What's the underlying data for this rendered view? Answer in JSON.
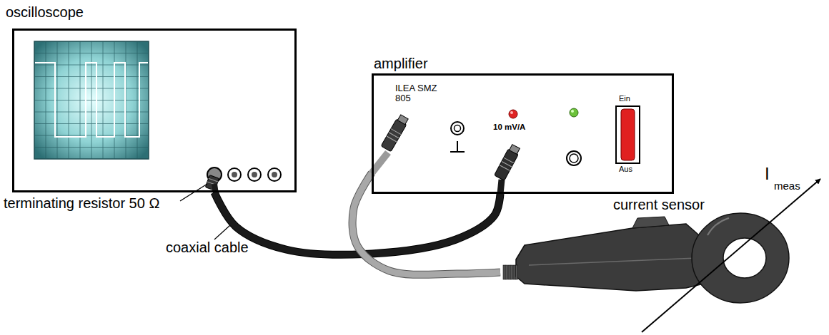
{
  "diagram": {
    "nodes": [
      {
        "text": [
          "oscilloscope"
        ]
      },
      {
        "text": [
          "amplifier"
        ]
      },
      {
        "text": [
          "current sensor"
        ]
      }
    ],
    "edges": [
      {
        "from": 1,
        "to": 0,
        "arrow": "none",
        "label": "coaxial cable"
      },
      {
        "from": 2,
        "to": 1,
        "arrow": "none"
      }
    ],
    "labels": [
      "terminating resistor 50 Ω",
      "ILEA SMZ 805",
      "10 mV/A",
      "Ein",
      "Aus",
      "I",
      "meas"
    ]
  }
}
